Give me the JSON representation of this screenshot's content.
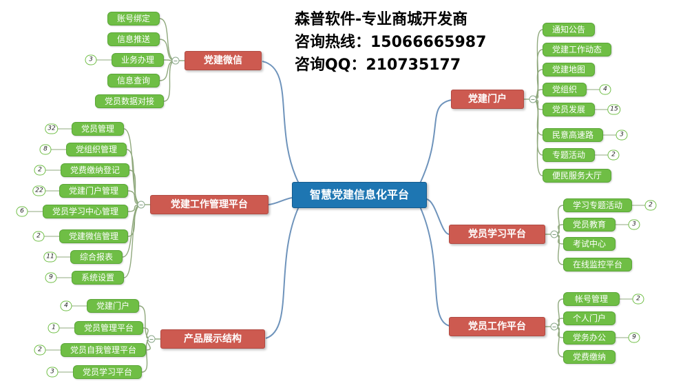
{
  "colors": {
    "center": "#1e76b2",
    "branch": "#cd5a50",
    "leaf": "#6fbe45",
    "badge_border": "#6fbe45",
    "center_line": "#6e93bb",
    "leaf_line": "#8fa87c"
  },
  "header": {
    "line1": "森普软件-专业商城开发商",
    "line2": "咨询热线：15066665987",
    "line3": "咨询QQ：210735177"
  },
  "mindmap": {
    "root": {
      "label": "智慧党建信息化平台"
    },
    "left_branches": [
      {
        "label": "党建微信",
        "children": [
          {
            "label": "账号绑定"
          },
          {
            "label": "信息推送"
          },
          {
            "label": "业务办理",
            "badge": "3"
          },
          {
            "label": "信息查询"
          },
          {
            "label": "党员数据对接"
          }
        ]
      },
      {
        "label": "党建工作管理平台",
        "children": [
          {
            "label": "党员管理",
            "badge": "32"
          },
          {
            "label": "党组织管理",
            "badge": "8"
          },
          {
            "label": "党费缴纳登记",
            "badge": "2"
          },
          {
            "label": "党建门户管理",
            "badge": "22"
          },
          {
            "label": "党员学习中心管理",
            "badge": "6"
          },
          {
            "label": "党建微信管理",
            "badge": "2"
          },
          {
            "label": "综合报表",
            "badge": "11"
          },
          {
            "label": "系统设置",
            "badge": "9"
          }
        ]
      },
      {
        "label": "产品展示结构",
        "children": [
          {
            "label": "党建门户",
            "badge": "4"
          },
          {
            "label": "党员管理平台",
            "badge": "1"
          },
          {
            "label": "党员自我管理平台",
            "badge": "2"
          },
          {
            "label": "党员学习平台",
            "badge": "3"
          }
        ]
      }
    ],
    "right_branches": [
      {
        "label": "党建门户",
        "children": [
          {
            "label": "通知公告"
          },
          {
            "label": "党建工作动态"
          },
          {
            "label": "党建地图"
          },
          {
            "label": "党组织",
            "badge": "4"
          },
          {
            "label": "党员发展",
            "badge": "15"
          },
          {
            "label": "民意高速路",
            "badge": "3"
          },
          {
            "label": "专题活动",
            "badge": "2"
          },
          {
            "label": "便民服务大厅"
          }
        ]
      },
      {
        "label": "党员学习平台",
        "children": [
          {
            "label": "学习专题活动",
            "badge": "2"
          },
          {
            "label": "党员教育",
            "badge": "3"
          },
          {
            "label": "考试中心"
          },
          {
            "label": "在线监控平台"
          }
        ]
      },
      {
        "label": "党员工作平台",
        "children": [
          {
            "label": "帐号管理",
            "badge": "2"
          },
          {
            "label": "个人门户"
          },
          {
            "label": "党务办公",
            "badge": "9"
          },
          {
            "label": "党费缴纳"
          }
        ]
      }
    ]
  }
}
